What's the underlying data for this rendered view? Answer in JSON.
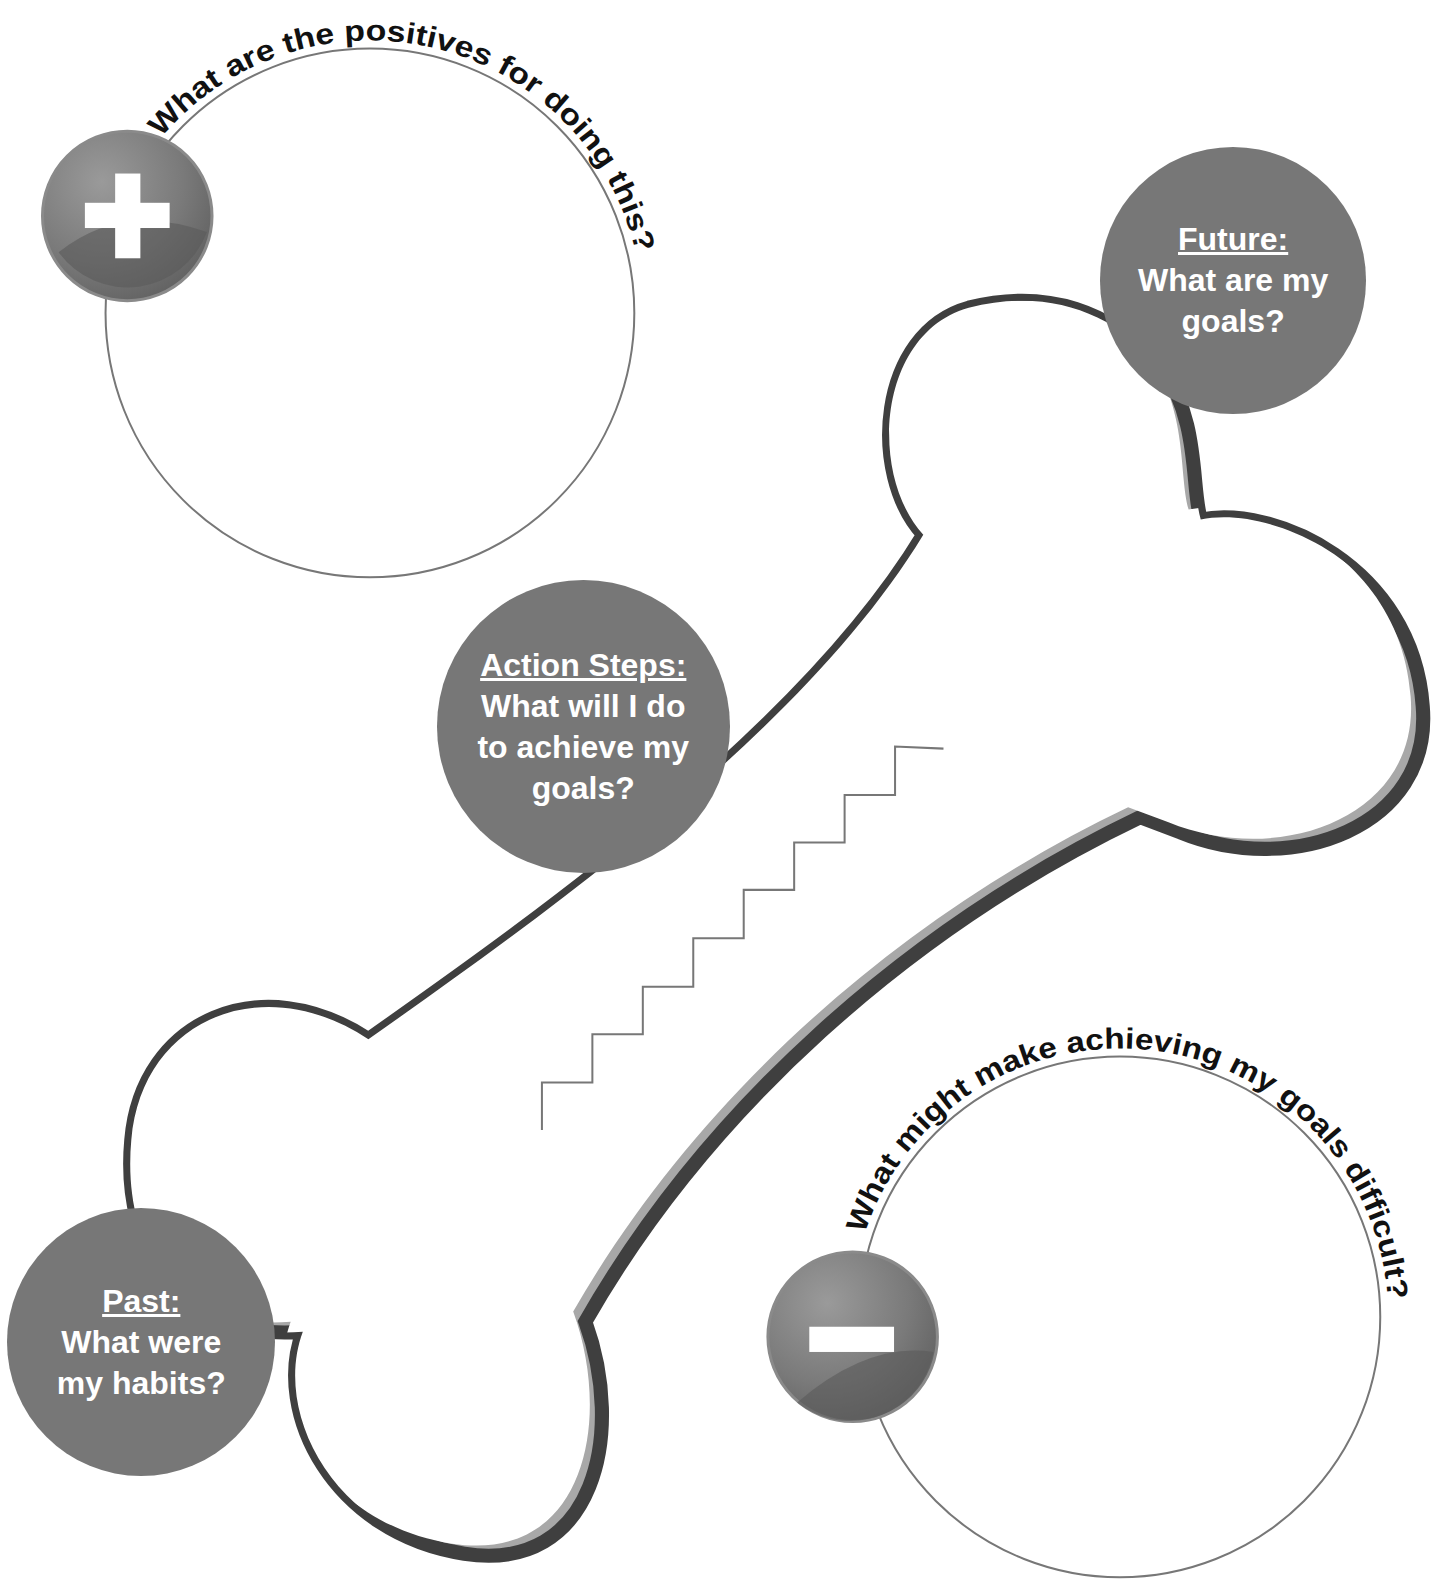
{
  "diagram": {
    "nodes": [
      {
        "text": [
          "What are the positives for doing this?"
        ]
      },
      {
        "text": [
          "Future:",
          "What are my goals?"
        ]
      },
      {
        "text": [
          "Action Steps:",
          "What will I do to achieve my goals?"
        ]
      },
      {
        "text": [
          "Past:",
          "What were my habits?"
        ]
      },
      {
        "text": [
          "What might make achieving my goals difficult?"
        ]
      }
    ]
  }
}
